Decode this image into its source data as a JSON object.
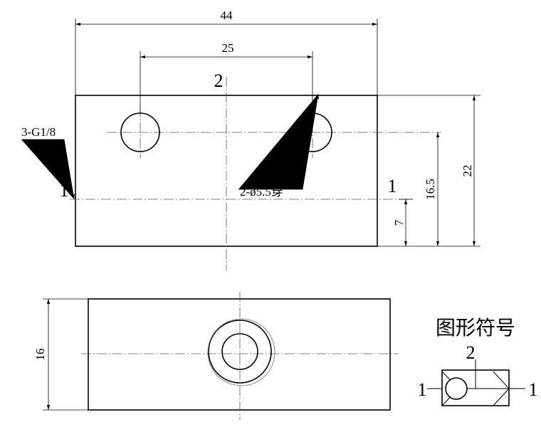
{
  "dimensions": {
    "overall_width": "44",
    "hole_spacing": "25",
    "height": "22",
    "port_height": "16.5",
    "centerline_height": "7",
    "thickness": "16"
  },
  "callouts": {
    "thread": "3-G1/8",
    "holes": "2-ø5.5穿"
  },
  "ports": {
    "p1": "1",
    "p2": "2"
  },
  "symbol": {
    "title": "图形符号",
    "port_top": "2",
    "port_left": "1",
    "port_right": "1"
  }
}
